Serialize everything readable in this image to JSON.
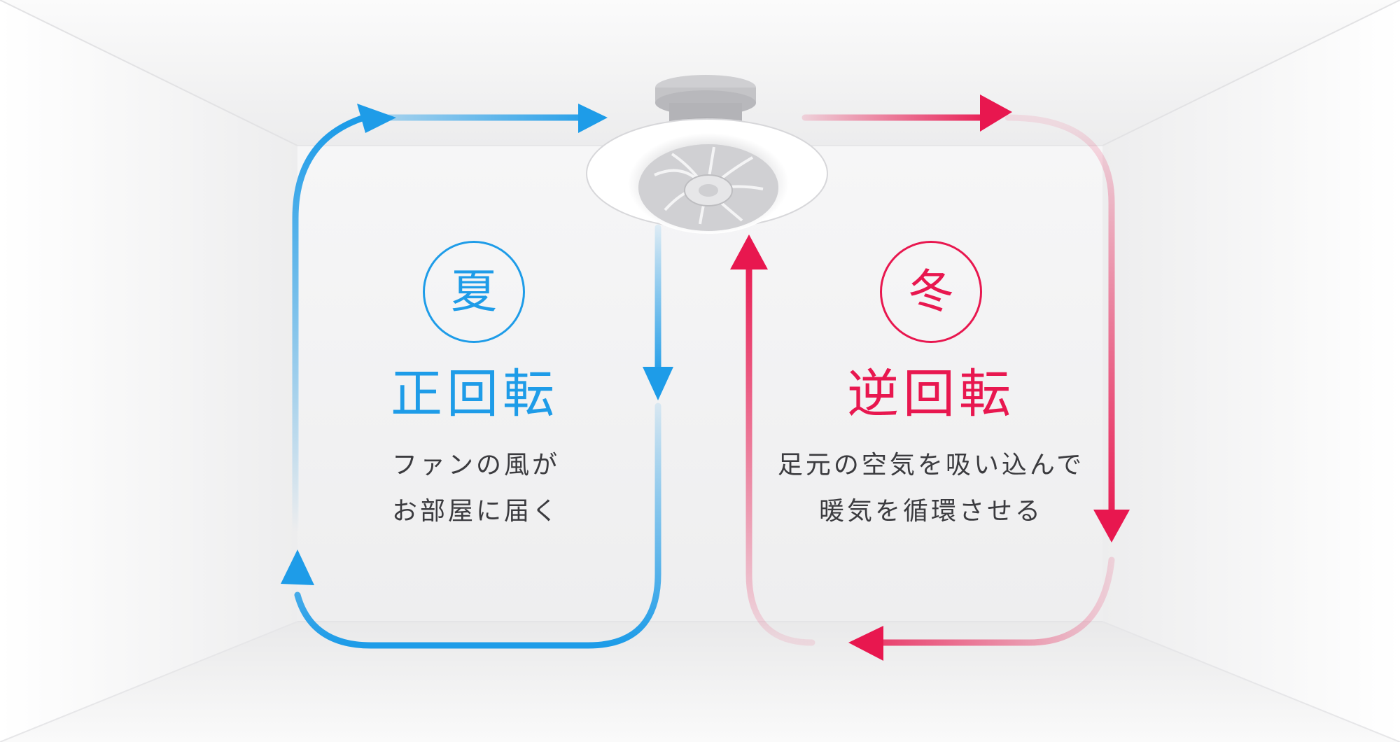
{
  "summer": {
    "season_char": "夏",
    "mode": "正回転",
    "description": [
      "ファンの風が",
      "お部屋に届く"
    ],
    "color": "#1e9ce8"
  },
  "winter": {
    "season_char": "冬",
    "mode": "逆回転",
    "description": [
      "足元の空気を吸い込んで",
      "暖気を循環させる"
    ],
    "color": "#e8174f"
  },
  "icons": {
    "fan": "ceiling-fan-icon",
    "arrow": "arrow-head-icon"
  }
}
